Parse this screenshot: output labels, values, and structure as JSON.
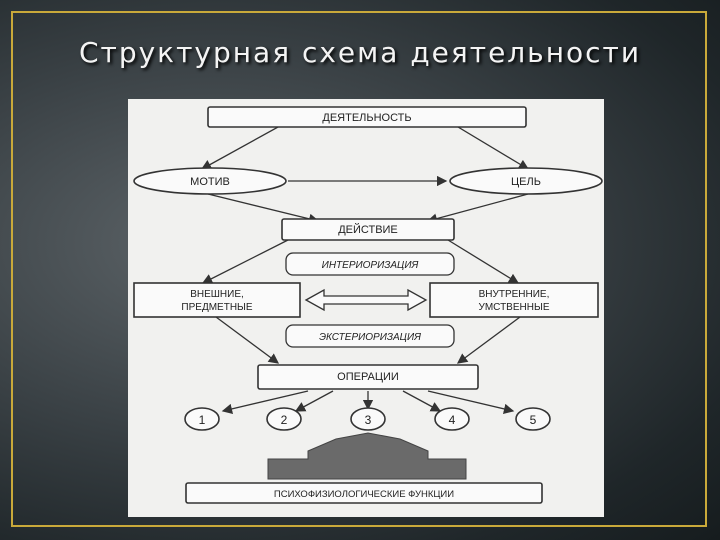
{
  "slide": {
    "title": "Структурная схема деятельности"
  },
  "diagram": {
    "activity": "ДЕЯТЕЛЬНОСТЬ",
    "motive": "МОТИВ",
    "goal": "ЦЕЛЬ",
    "action": "ДЕЙСТВИЕ",
    "interiorization": "ИНТЕРИОРИЗАЦИЯ",
    "external_line1": "ВНЕШНИЕ,",
    "external_line2": "ПРЕДМЕТНЫЕ",
    "internal_line1": "ВНУТРЕННИЕ,",
    "internal_line2": "УМСТВЕННЫЕ",
    "exteriorization": "ЭКСТЕРИОРИЗАЦИЯ",
    "operations": "ОПЕРАЦИИ",
    "numbers": [
      "1",
      "2",
      "3",
      "4",
      "5"
    ],
    "psychophysiological": "ПСИХОФИЗИОЛОГИЧЕСКИЕ ФУНКЦИИ"
  }
}
